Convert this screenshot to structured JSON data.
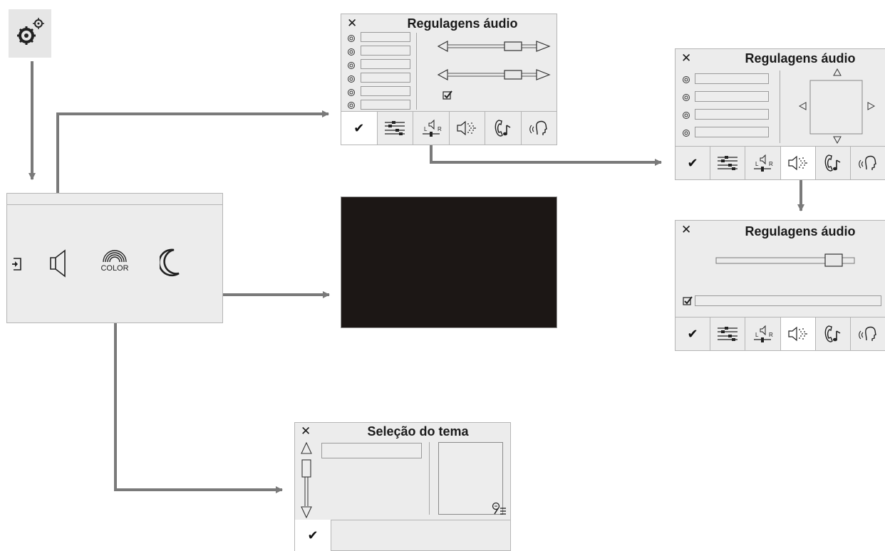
{
  "audio_panel_1": {
    "title": "Regulagens áudio",
    "close": "✕"
  },
  "audio_panel_2": {
    "title": "Regulagens áudio",
    "close": "✕"
  },
  "audio_panel_3": {
    "title": "Regulagens áudio",
    "close": "✕"
  },
  "theme_panel": {
    "title": "Seleção do tema",
    "close": "✕",
    "confirm": "✔"
  },
  "main_menu": {
    "color_label": "COLOR"
  },
  "tabs": {
    "confirm": "✔"
  },
  "icons": {
    "settings": "gears-icon",
    "exit": "exit-icon",
    "audio": "speaker-icon",
    "color": "rainbow-color-icon",
    "night": "moon-icon",
    "equalizer": "equalizer-icon",
    "balance": "balance-lr-icon",
    "surround": "speaker-sound-icon",
    "phone_music": "phone-music-icon",
    "voice": "voice-icon",
    "zoom": "zoom-list-icon"
  },
  "colors": {
    "arrow": "#7a7a7a",
    "panel_bg": "#ececec",
    "border": "#b5b5b5",
    "black_screen": "#1c1715"
  }
}
